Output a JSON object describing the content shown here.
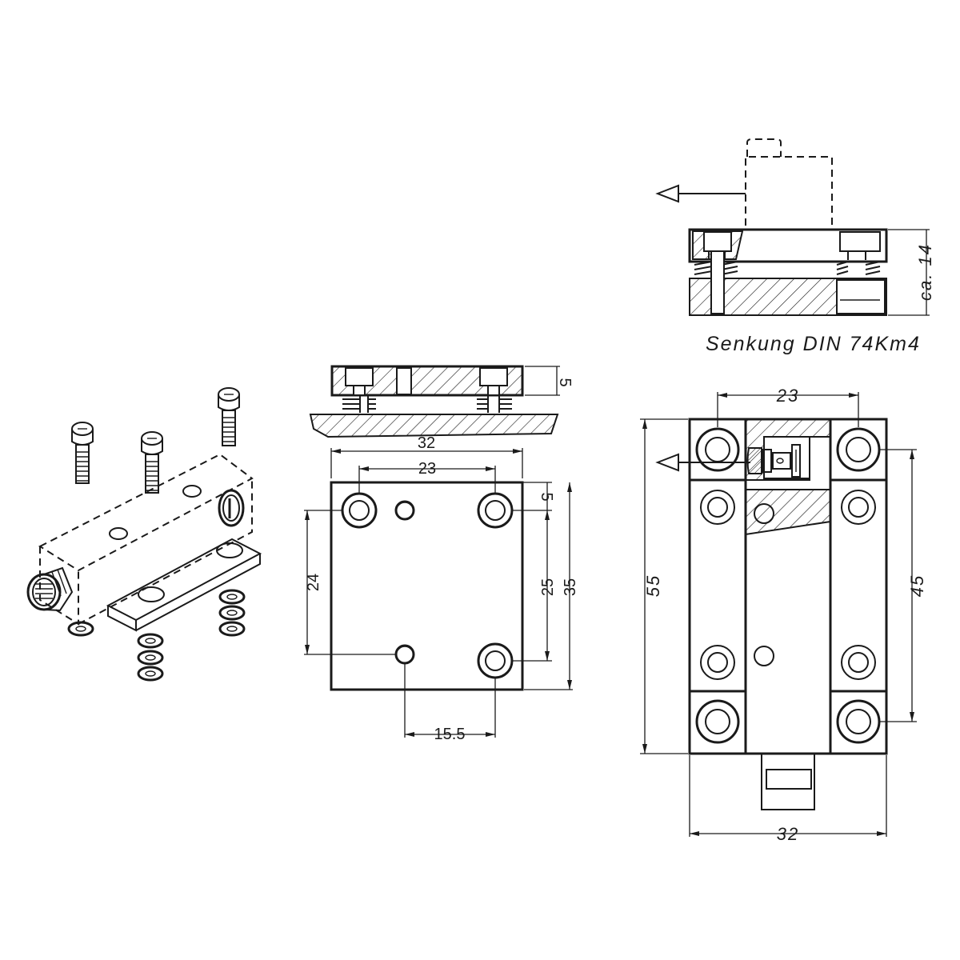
{
  "note": {
    "countersink": "Senkung DIN 74Km4",
    "height": "ca. 14"
  },
  "dimensions": {
    "plate_thickness": "5",
    "plate_width": "32",
    "hole_spacing_top": "23",
    "edge_offset": "5",
    "vertical_24": "24",
    "vertical_25": "25",
    "plate_height": "35",
    "horizontal_15_5": "15.5",
    "body_hole_spacing": "23",
    "body_height": "55",
    "body_hole_vertical": "45",
    "body_width": "32"
  }
}
